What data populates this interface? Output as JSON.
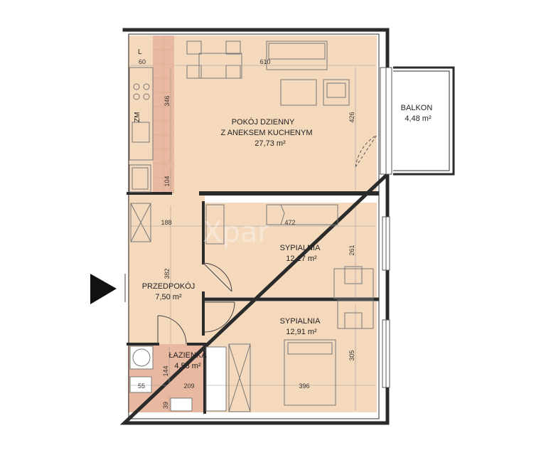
{
  "rooms": {
    "living": {
      "line1": "POKÓJ DZIENNY",
      "line2": "Z ANEKSEM KUCHENYM",
      "area": "27,73 m²"
    },
    "balcony": {
      "name": "BALKON",
      "area": "4,48 m²"
    },
    "bedroom1": {
      "name": "SYPIALNIA",
      "area": "12,17 m²"
    },
    "hallway": {
      "name": "PRZEDPOKÓJ",
      "area": "7,50 m²"
    },
    "bedroom2": {
      "name": "SYPIALNIA",
      "area": "12,91 m²"
    },
    "bathroom": {
      "name": "ŁAZIENKA",
      "area": "4,58 m²"
    }
  },
  "dimensions": {
    "d60": "60",
    "d610": "610",
    "d346": "346",
    "d426": "426",
    "d104": "104",
    "d188": "188",
    "d472": "472",
    "d261": "261",
    "d382": "382",
    "d144": "144",
    "d55": "55",
    "d209": "209",
    "d39": "39",
    "d396": "396",
    "d305": "305"
  },
  "labels": {
    "zm": "ZM",
    "l": "L"
  },
  "watermark": "Xpar",
  "colors": {
    "floor": "#f5d9bd",
    "tile": "#e8b8a0",
    "wall": "#2b2b2b"
  }
}
